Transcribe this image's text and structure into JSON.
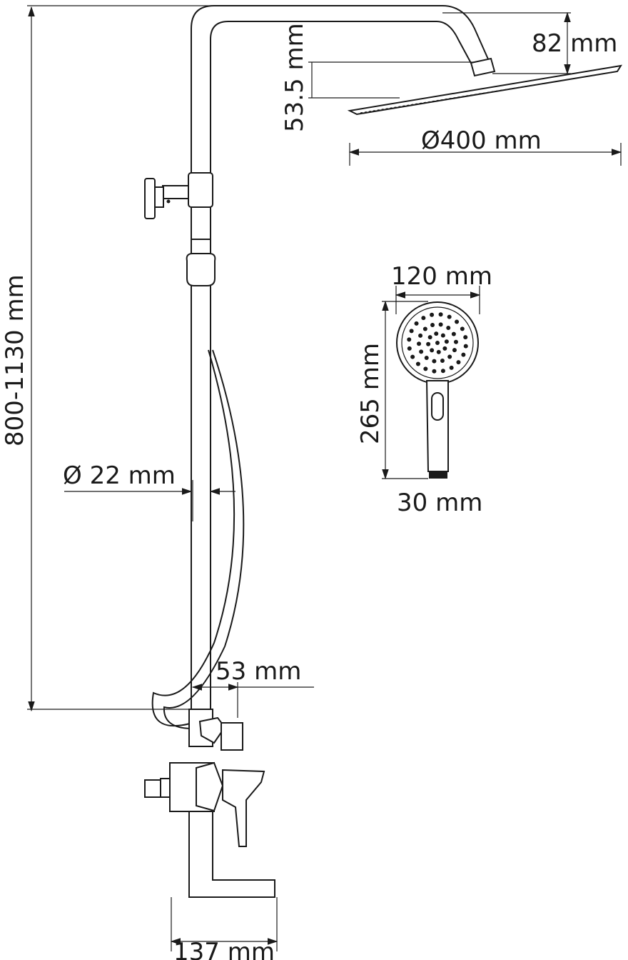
{
  "title": "Shower system dimensional drawing",
  "dimensions": {
    "head_height_offset": "82 mm",
    "head_thickness": "53.5 mm",
    "head_diameter": "Ø400 mm",
    "hand_shower_width": "120 mm",
    "hand_shower_length": "265 mm",
    "hand_shower_handle": "30 mm",
    "total_height": "800-1130 mm",
    "pipe_diameter": "Ø 22 mm",
    "outlet_offset": "53 mm",
    "spout_length": "137 mm"
  }
}
